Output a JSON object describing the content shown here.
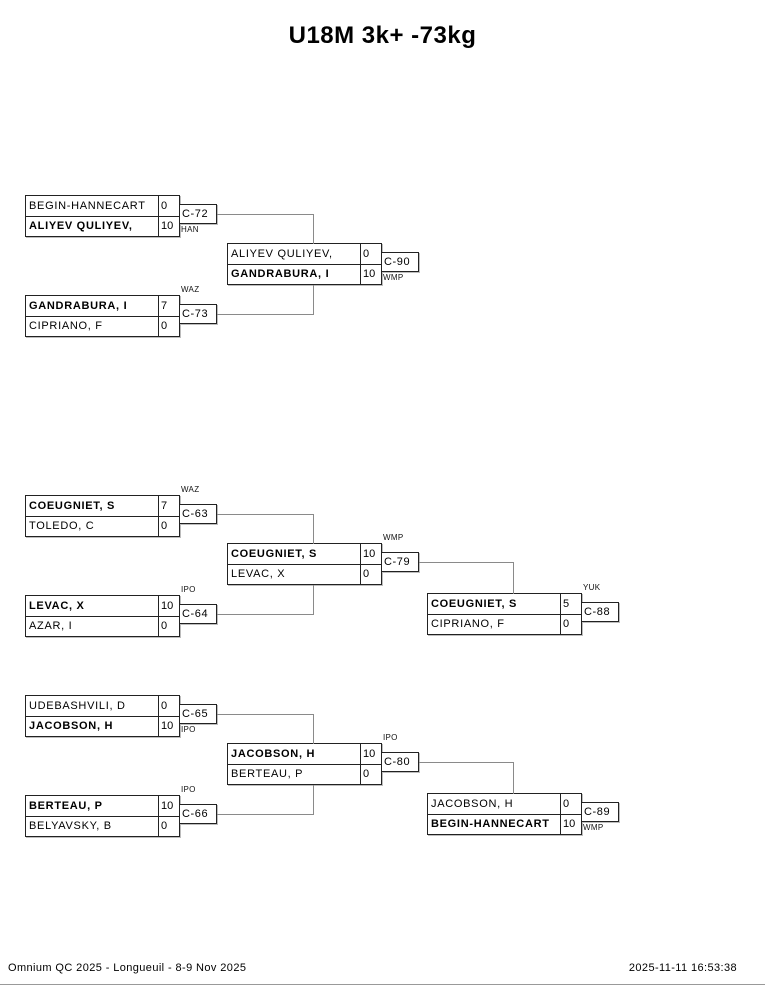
{
  "title": "U18M 3k+ -73kg",
  "footer": {
    "event": "Omnium QC 2025 - Longueuil - 8-9 Nov 2025",
    "printed": "2025-11-11 16:53:38"
  },
  "colors": {
    "border": "#222222",
    "connector": "#8a8a8a",
    "shadow": "#bdbdbd"
  },
  "matches": {
    "c72": {
      "code": "C-72",
      "win": "HAN",
      "winner": 1,
      "players": [
        {
          "name": "BEGIN-HANNECART",
          "score": "0"
        },
        {
          "name": "ALIYEV QULIYEV,",
          "score": "10"
        }
      ]
    },
    "c73": {
      "code": "C-73",
      "win": "WAZ",
      "winner": 0,
      "players": [
        {
          "name": "GANDRABURA, I",
          "score": "7"
        },
        {
          "name": "CIPRIANO, F",
          "score": "0"
        }
      ]
    },
    "c90": {
      "code": "C-90",
      "win": "WMP",
      "winner": 1,
      "players": [
        {
          "name": "ALIYEV QULIYEV,",
          "score": "0"
        },
        {
          "name": "GANDRABURA, I",
          "score": "10"
        }
      ]
    },
    "c63": {
      "code": "C-63",
      "win": "WAZ",
      "winner": 0,
      "players": [
        {
          "name": "COEUGNIET, S",
          "score": "7"
        },
        {
          "name": "TOLEDO, C",
          "score": "0"
        }
      ]
    },
    "c64": {
      "code": "C-64",
      "win": "IPO",
      "winner": 0,
      "players": [
        {
          "name": "LEVAC, X",
          "score": "10"
        },
        {
          "name": "AZAR, I",
          "score": "0"
        }
      ]
    },
    "c79": {
      "code": "C-79",
      "win": "WMP",
      "winner": 0,
      "players": [
        {
          "name": "COEUGNIET, S",
          "score": "10"
        },
        {
          "name": "LEVAC, X",
          "score": "0"
        }
      ]
    },
    "c88": {
      "code": "C-88",
      "win": "YUK",
      "winner": 0,
      "players": [
        {
          "name": "COEUGNIET, S",
          "score": "5"
        },
        {
          "name": "CIPRIANO, F",
          "score": "0"
        }
      ]
    },
    "c65": {
      "code": "C-65",
      "win": "IPO",
      "winner": 1,
      "players": [
        {
          "name": "UDEBASHVILI, D",
          "score": "0"
        },
        {
          "name": "JACOBSON, H",
          "score": "10"
        }
      ]
    },
    "c66": {
      "code": "C-66",
      "win": "IPO",
      "winner": 0,
      "players": [
        {
          "name": "BERTEAU, P",
          "score": "10"
        },
        {
          "name": "BELYAVSKY, B",
          "score": "0"
        }
      ]
    },
    "c80": {
      "code": "C-80",
      "win": "IPO",
      "winner": 0,
      "players": [
        {
          "name": "JACOBSON, H",
          "score": "10"
        },
        {
          "name": "BERTEAU, P",
          "score": "0"
        }
      ]
    },
    "c89": {
      "code": "C-89",
      "win": "WMP",
      "winner": 1,
      "players": [
        {
          "name": "JACOBSON, H",
          "score": "0"
        },
        {
          "name": "BEGIN-HANNECART",
          "score": "10"
        }
      ]
    }
  }
}
